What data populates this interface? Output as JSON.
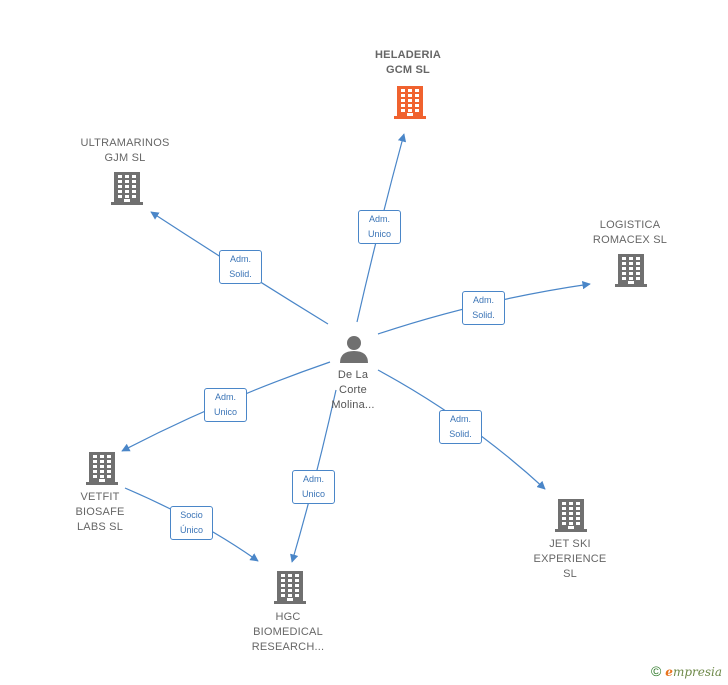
{
  "center": {
    "label_lines": [
      "De La",
      "Corte",
      "Molina..."
    ],
    "icon": "person-icon"
  },
  "companies": [
    {
      "id": "heladeria",
      "label_lines": [
        "HELADERIA",
        "GCM  SL"
      ],
      "icon": "building-icon",
      "color": "#f0622f",
      "bold": true
    },
    {
      "id": "ultramarinos",
      "label_lines": [
        "ULTRAMARINOS",
        "GJM  SL"
      ],
      "icon": "building-icon",
      "color": "#707070",
      "bold": false
    },
    {
      "id": "logistica",
      "label_lines": [
        "LOGISTICA",
        "ROMACEX  SL"
      ],
      "icon": "building-icon",
      "color": "#707070",
      "bold": false
    },
    {
      "id": "vetfit",
      "label_lines": [
        "VETFIT",
        "BIOSAFE",
        "LABS  SL"
      ],
      "icon": "building-icon",
      "color": "#707070",
      "bold": false
    },
    {
      "id": "hgc",
      "label_lines": [
        "HGC",
        "BIOMEDICAL",
        "RESEARCH..."
      ],
      "icon": "building-icon",
      "color": "#707070",
      "bold": false
    },
    {
      "id": "jetski",
      "label_lines": [
        "JET SKI",
        "EXPERIENCE",
        "SL"
      ],
      "icon": "building-icon",
      "color": "#707070",
      "bold": false
    }
  ],
  "relations": [
    {
      "id": "rel-heladeria",
      "lines": [
        "Adm.",
        "Unico"
      ]
    },
    {
      "id": "rel-ultramarinos",
      "lines": [
        "Adm.",
        "Solid."
      ]
    },
    {
      "id": "rel-logistica",
      "lines": [
        "Adm.",
        "Solid."
      ]
    },
    {
      "id": "rel-vetfit",
      "lines": [
        "Adm.",
        "Unico"
      ]
    },
    {
      "id": "rel-hgc",
      "lines": [
        "Adm.",
        "Unico"
      ]
    },
    {
      "id": "rel-jetski",
      "lines": [
        "Adm.",
        "Solid."
      ]
    },
    {
      "id": "rel-vetfit-hgc",
      "lines": [
        "Socio",
        "Único"
      ]
    }
  ],
  "colors": {
    "edge": "#4a86c8",
    "accent": "#f0622f",
    "building": "#707070"
  },
  "footer": {
    "copyright": "©",
    "brand_e": "e",
    "brand_rest": "mpresia"
  }
}
